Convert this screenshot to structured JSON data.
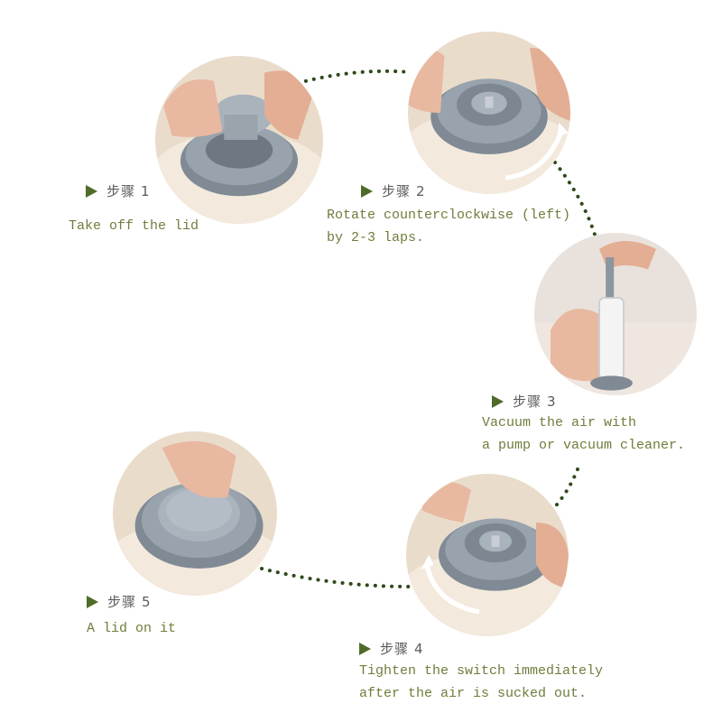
{
  "colors": {
    "accent_green": "#4e6b2a",
    "text_green": "#6e7e3c",
    "dot_green": "#2e4a1a",
    "valve_gray": "#8c96a0"
  },
  "steps": [
    {
      "word": "步骤",
      "num": "1",
      "lines": [
        "Take off the lid"
      ]
    },
    {
      "word": "步骤",
      "num": "2",
      "lines": [
        "Rotate counterclockwise (left)",
        "by 2-3 laps."
      ]
    },
    {
      "word": "步骤",
      "num": "3",
      "lines": [
        "Vacuum the air with",
        "a pump or vacuum cleaner."
      ]
    },
    {
      "word": "步骤",
      "num": "4",
      "lines": [
        "Tighten the switch immediately",
        "after the air is sucked out."
      ]
    },
    {
      "word": "步骤",
      "num": "5",
      "lines": [
        "A lid on it"
      ]
    }
  ]
}
